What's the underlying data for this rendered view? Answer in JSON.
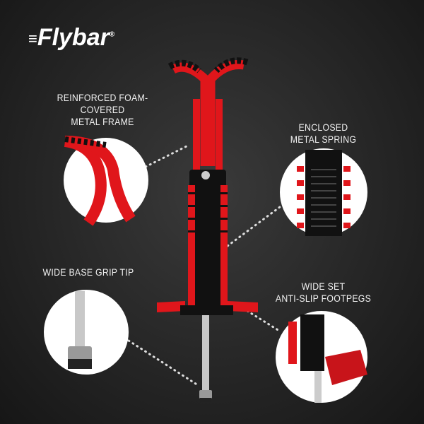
{
  "brand": {
    "name": "Flybar",
    "registered": "®"
  },
  "callouts": [
    {
      "line1": "REINFORCED FOAM-COVERED",
      "line2": "METAL FRAME"
    },
    {
      "line1": "ENCLOSED",
      "line2": "METAL SPRING"
    },
    {
      "line1": "WIDE BASE GRIP TIP",
      "line2": ""
    },
    {
      "line1": "WIDE SET",
      "line2": "ANTI-SLIP FOOTPEGS"
    }
  ],
  "colors": {
    "accent": "#e0161b",
    "background": "#262626",
    "frame_black": "#111111"
  }
}
